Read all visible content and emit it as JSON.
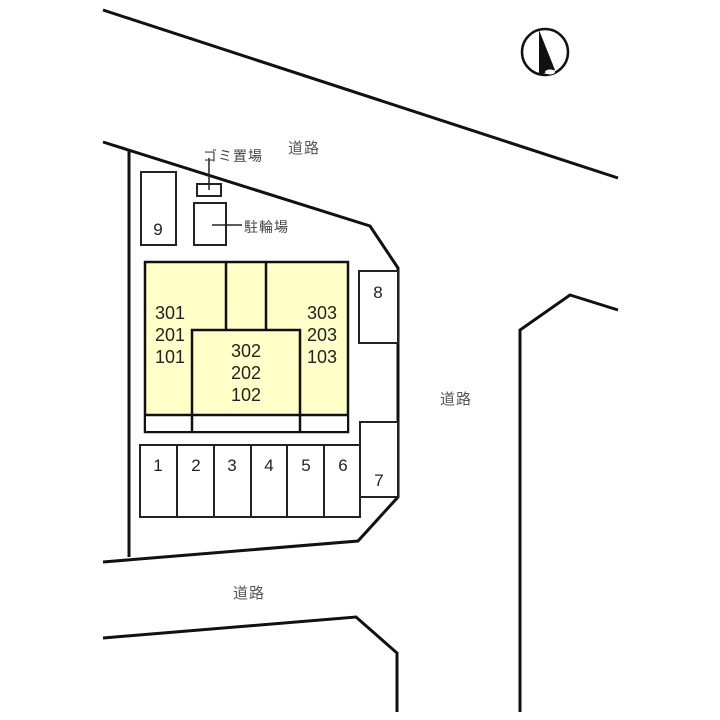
{
  "map": {
    "type": "site-layout-plan",
    "colors": {
      "building_fill": "#ffffc8",
      "line": "#111111",
      "label": "#222222",
      "road_label": "#555555"
    },
    "compass": {
      "icon": "north-arrow-icon",
      "direction": "N"
    },
    "roads": [
      {
        "id": "road-north",
        "label": "道路"
      },
      {
        "id": "road-east",
        "label": "道路"
      },
      {
        "id": "road-south",
        "label": "道路"
      }
    ],
    "facilities": {
      "garbage": {
        "label": "ゴミ置場"
      },
      "bicycle": {
        "label": "駐輪場"
      }
    },
    "building": {
      "units_left": [
        "301",
        "201",
        "101"
      ],
      "units_center": [
        "302",
        "202",
        "102"
      ],
      "units_right": [
        "303",
        "203",
        "103"
      ]
    },
    "parking": {
      "spaces": [
        "1",
        "2",
        "3",
        "4",
        "5",
        "6"
      ],
      "side_spaces": [
        "7",
        "8",
        "9"
      ]
    }
  }
}
